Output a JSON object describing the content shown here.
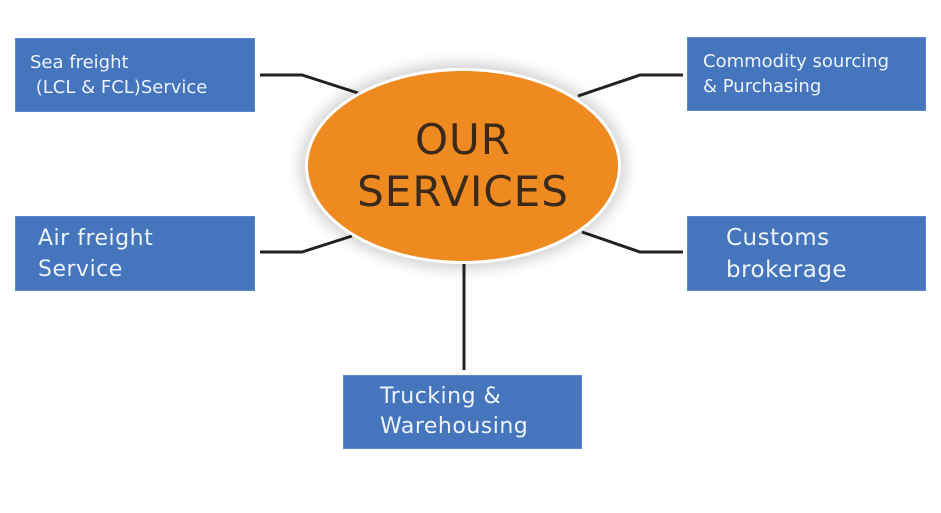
{
  "diagram": {
    "type": "hub-and-spoke",
    "hub": {
      "lines": [
        "OUR",
        "SERVICES"
      ],
      "color": "#EE8A1F"
    },
    "box_color": "#4475BD",
    "services": [
      {
        "id": "sea",
        "lines": [
          "Sea freight",
          " (LCL & FCL)Service"
        ]
      },
      {
        "id": "commodity",
        "lines": [
          "Commodity sourcing",
          "& Purchasing"
        ]
      },
      {
        "id": "air",
        "lines": [
          "Air freight",
          "Service"
        ]
      },
      {
        "id": "customs",
        "lines": [
          "Customs",
          "brokerage"
        ]
      },
      {
        "id": "trucking",
        "lines": [
          "Trucking &",
          "Warehousing"
        ]
      }
    ]
  }
}
